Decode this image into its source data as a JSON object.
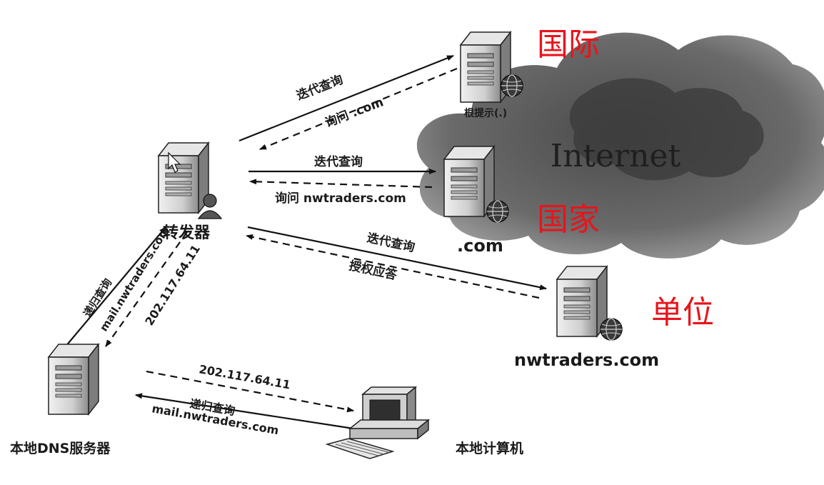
{
  "cloud": {
    "label": "Internet"
  },
  "nodes": {
    "root": {
      "label": "根提示(.)",
      "tag": "国际"
    },
    "com": {
      "label": ".com",
      "tag": "国家"
    },
    "nwtraders": {
      "label": "nwtraders.com",
      "tag": "单位"
    },
    "forwarder": {
      "label": "转发器"
    },
    "local_dns": {
      "label": "本地DNS服务器"
    },
    "local_pc": {
      "label": "本地计算机"
    }
  },
  "edges": {
    "fwd_root_query": "迭代查询",
    "fwd_root_reply": "询问 .com",
    "fwd_com_query": "迭代查询",
    "fwd_com_reply": "询问 nwtraders.com",
    "fwd_nw_query": "迭代查询",
    "fwd_nw_reply": "授权应答",
    "dns_fwd_query_1": "递归查询",
    "dns_fwd_query_2": "mail.nwtraders.com",
    "fwd_dns_reply": "202.117.64.11",
    "dns_pc_reply": "202.117.64.11",
    "pc_dns_query_1": "递归查询",
    "pc_dns_query_2": "mail.nwtraders.com"
  },
  "colors": {
    "tag_red": "#e8141c",
    "cloud_dark": "#3a3a3a",
    "server_fill": "#d4d4d4"
  }
}
